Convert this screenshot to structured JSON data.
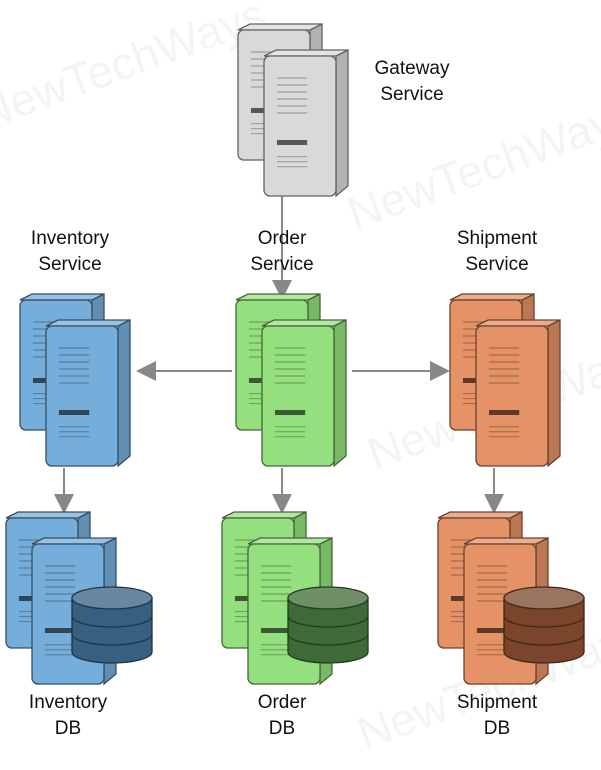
{
  "watermark": "NewTechWays",
  "colors": {
    "gateway": "#d9d9d9",
    "inventory": "#76aedb",
    "order": "#94e07e",
    "shipment": "#e59266",
    "inventory_db": "#365f80",
    "order_db": "#3d6a36",
    "shipment_db": "#7a452b",
    "arrow": "#888888"
  },
  "nodes": {
    "gateway": {
      "line1": "Gateway",
      "line2": "Service"
    },
    "inventory": {
      "line1": "Inventory",
      "line2": "Service"
    },
    "order": {
      "line1": "Order",
      "line2": "Service"
    },
    "shipment": {
      "line1": "Shipment",
      "line2": "Service"
    },
    "inventory_db": {
      "line1": "Inventory",
      "line2": "DB"
    },
    "order_db": {
      "line1": "Order",
      "line2": "DB"
    },
    "shipment_db": {
      "line1": "Shipment",
      "line2": "DB"
    }
  },
  "edges": [
    {
      "from": "gateway",
      "to": "order"
    },
    {
      "from": "order",
      "to": "inventory"
    },
    {
      "from": "order",
      "to": "shipment"
    },
    {
      "from": "inventory",
      "to": "inventory_db"
    },
    {
      "from": "order",
      "to": "order_db"
    },
    {
      "from": "shipment",
      "to": "shipment_db"
    }
  ]
}
